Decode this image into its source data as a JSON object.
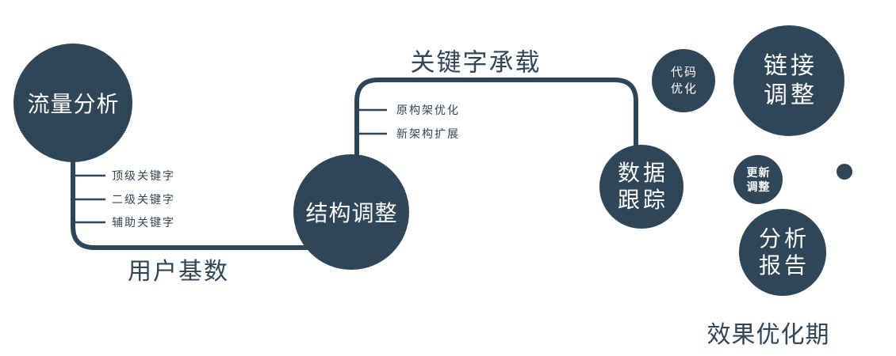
{
  "colors": {
    "primary": "#2f4558",
    "node_text": "#ffffff",
    "background": "#ffffff"
  },
  "nodes": {
    "traffic": {
      "label": "流量分析"
    },
    "structure": {
      "label": "结构调整"
    },
    "data_tracking": {
      "line1": "数据",
      "line2": "跟踪"
    },
    "code_opt": {
      "line1": "代码",
      "line2": "优化"
    },
    "link_adjust": {
      "line1": "链接",
      "line2": "调整"
    },
    "update_adjust": {
      "line1": "更新",
      "line2": "调整"
    },
    "analysis_report": {
      "line1": "分析",
      "line2": "报告"
    }
  },
  "edge_labels": {
    "user_base": "用户基数",
    "keyword_bearing": "关键字承载",
    "effect_period": "效果优化期"
  },
  "branch_labels": {
    "left": [
      "顶级关键字",
      "二级关键字",
      "辅助关键字"
    ],
    "right": [
      "原构架优化",
      "新架构扩展"
    ]
  }
}
